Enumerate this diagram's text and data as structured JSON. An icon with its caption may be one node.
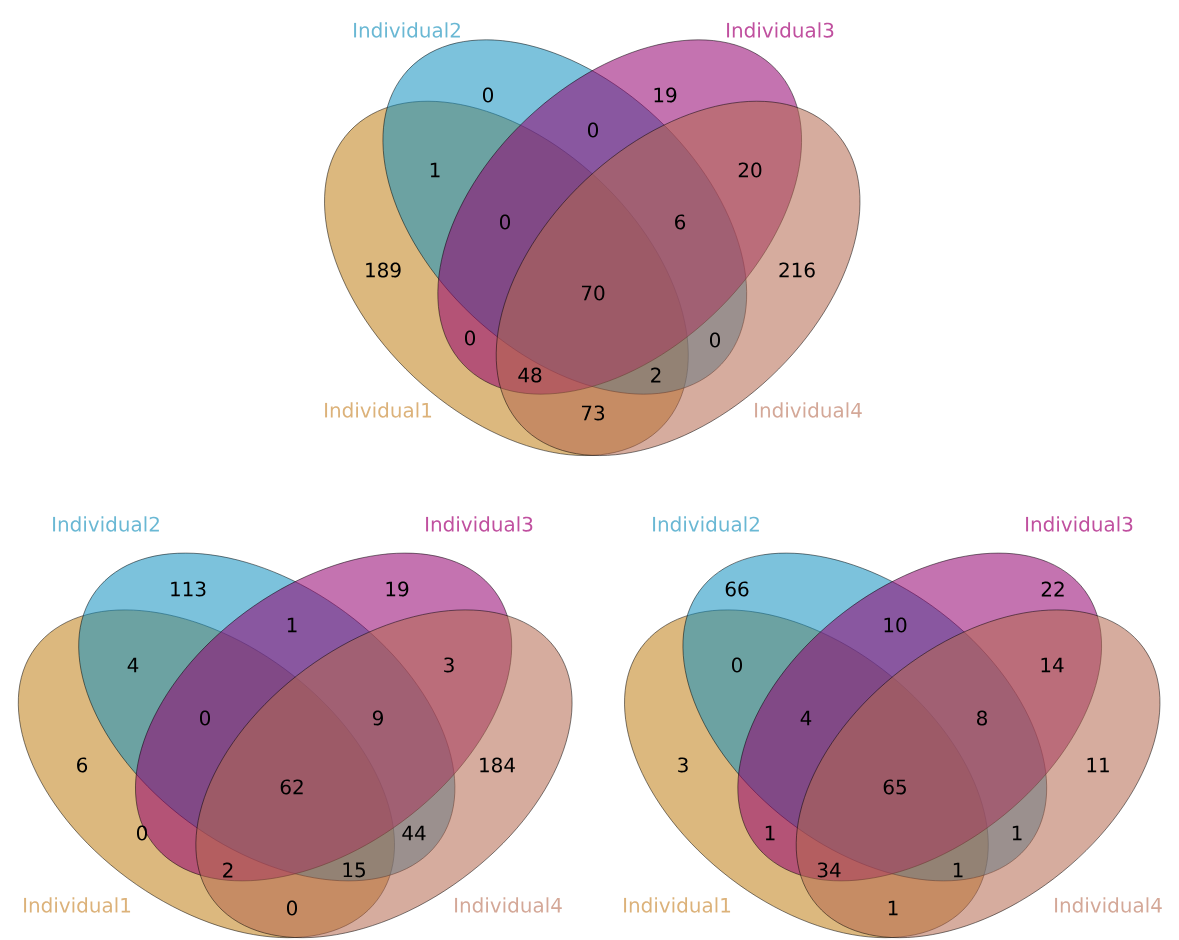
{
  "diagram": {
    "nodes": [
      {
        "text": [
          "Individual1"
        ]
      },
      {
        "text": [
          "Individual2"
        ]
      },
      {
        "text": [
          "Individual3"
        ]
      },
      {
        "text": [
          "Individual4"
        ]
      },
      {
        "text": [
          "Individual1"
        ]
      },
      {
        "text": [
          "Individual2"
        ]
      },
      {
        "text": [
          "Individual3"
        ]
      },
      {
        "text": [
          "Individual4"
        ]
      },
      {
        "text": [
          "Individual1"
        ]
      },
      {
        "text": [
          "Individual2"
        ]
      },
      {
        "text": [
          "Individual3"
        ]
      },
      {
        "text": [
          "Individual4"
        ]
      }
    ],
    "labels": [
      "0",
      "19",
      "0",
      "1",
      "20",
      "0",
      "6",
      "189",
      "70",
      "216",
      "0",
      "0",
      "48",
      "2",
      "73",
      "113",
      "19",
      "1",
      "4",
      "3",
      "0",
      "9",
      "6",
      "62",
      "184",
      "0",
      "44",
      "2",
      "15",
      "0",
      "66",
      "22",
      "10",
      "0",
      "14",
      "4",
      "8",
      "3",
      "65",
      "11",
      "1",
      "1",
      "34",
      "1",
      "1"
    ]
  }
}
